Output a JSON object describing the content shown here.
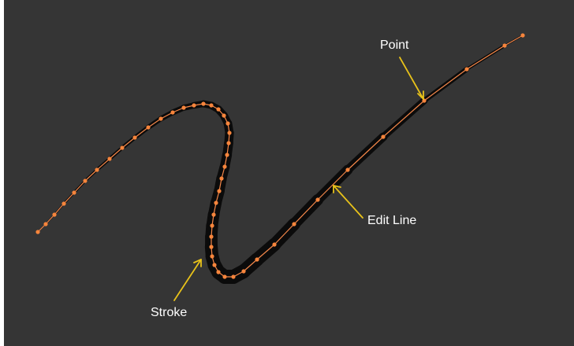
{
  "colors": {
    "viewport_background": "#353535",
    "stroke": "#0b0b0b",
    "edit_line": "#f4874a",
    "point": "#f7853c",
    "callout_arrow": "#e8c21a",
    "label_text": "#ffffff"
  },
  "callouts": {
    "point": {
      "label": "Point"
    },
    "edit_line": {
      "label": "Edit Line"
    },
    "stroke": {
      "label": "Stroke"
    }
  }
}
